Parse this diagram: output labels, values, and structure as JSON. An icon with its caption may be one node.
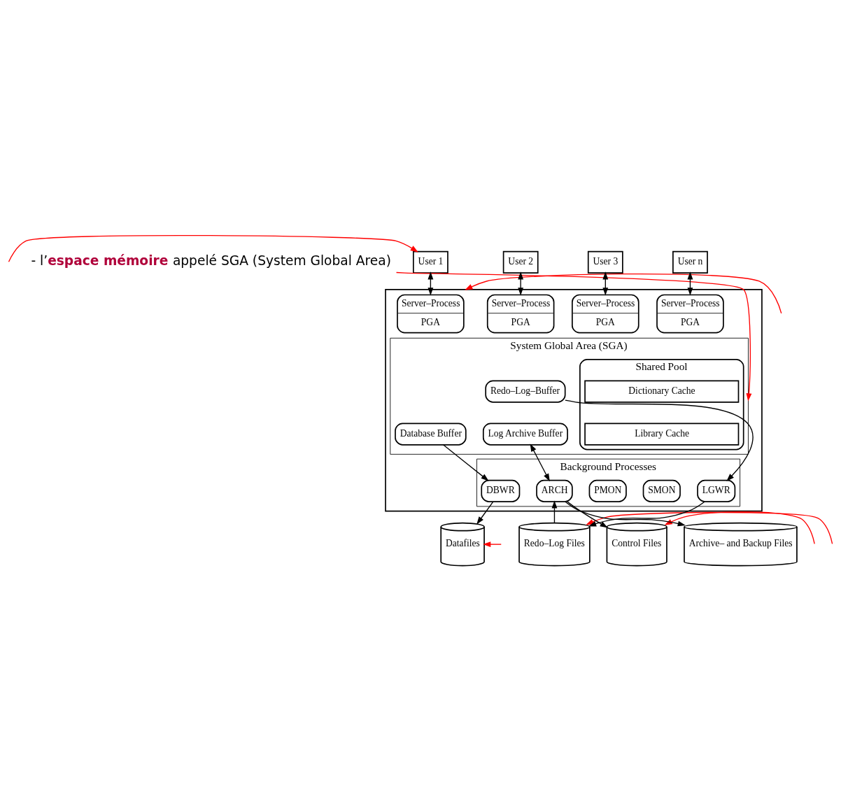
{
  "diagram": {
    "nodes": [
      {
        "text": [
          "- l’**espace mémoire** appelé SGA (System Global Area)"
        ]
      },
      {
        "text": [
          "User 1"
        ]
      },
      {
        "text": [
          "User 2"
        ]
      },
      {
        "text": [
          "User 3"
        ]
      },
      {
        "text": [
          "User n"
        ]
      },
      {
        "text": [],
        "shape": "box"
      },
      {
        "text": [
          "Server–Process",
          "PGA"
        ],
        "in": 5
      },
      {
        "text": [
          "Server–Process",
          "PGA"
        ],
        "in": 5
      },
      {
        "text": [
          "Server–Process",
          "PGA"
        ],
        "in": 5
      },
      {
        "text": [
          "Server–Process",
          "PGA"
        ],
        "in": 5
      },
      {
        "text": [
          "System Global Area (SGA)"
        ],
        "in": 5
      },
      {
        "text": [
          "Database Buffer"
        ],
        "in": 10
      },
      {
        "text": [
          "Redo–Log–Buffer"
        ],
        "in": 10
      },
      {
        "text": [
          "Log Archive Buffer"
        ],
        "in": 10
      },
      {
        "text": [
          "Shared Pool"
        ],
        "in": 10
      },
      {
        "text": [
          "Dictionary Cache"
        ],
        "in": 14
      },
      {
        "text": [
          "Library Cache"
        ],
        "in": 14
      },
      {
        "text": [
          "Background Processes"
        ],
        "in": 5
      },
      {
        "text": [
          "DBWR"
        ],
        "in": 17
      },
      {
        "text": [
          "LGWR"
        ],
        "in": 17
      },
      {
        "text": [
          "ARCH"
        ],
        "in": 17
      },
      {
        "text": [
          "PMON"
        ],
        "in": 17
      },
      {
        "text": [
          "SMON"
        ],
        "in": 17
      },
      {
        "text": [
          "Datafiles"
        ]
      },
      {
        "text": [
          "Redo–Log Files"
        ]
      },
      {
        "text": [
          "Control Files"
        ]
      },
      {
        "text": [
          "Archive– and Backup Files"
        ]
      }
    ],
    "edges": [
      {
        "from": 1,
        "to": 6,
        "arrow": "both"
      },
      {
        "from": 2,
        "to": 7,
        "arrow": "both"
      },
      {
        "from": 3,
        "to": 8,
        "arrow": "both"
      },
      {
        "from": 4,
        "to": 9,
        "arrow": "both"
      },
      {
        "from": 11,
        "to": 18,
        "arrow": "to"
      },
      {
        "from": 12,
        "to": 19,
        "arrow": "to"
      },
      {
        "from": 13,
        "to": 20,
        "arrow": "both"
      },
      {
        "from": 18,
        "to": 23,
        "arrow": "to"
      },
      {
        "from": 19,
        "to": 24,
        "arrow": "to"
      },
      {
        "from": 24,
        "to": 20,
        "arrow": "to"
      },
      {
        "from": 20,
        "to": 25,
        "arrow": "to"
      },
      {
        "from": 20,
        "to": 26,
        "arrow": "to"
      },
      {
        "from": 0,
        "to": 10,
        "arrow": "to",
        "color": "#ff0000"
      },
      {
        "from": null,
        "to": 1,
        "arrow": "to",
        "color": "#ff0000"
      },
      {
        "from": null,
        "to": 5,
        "arrow": "to",
        "color": "#ff0000"
      },
      {
        "from": null,
        "to": 23,
        "arrow": "to",
        "color": "#ff0000"
      },
      {
        "from": null,
        "to": 24,
        "arrow": "to",
        "color": "#ff0000"
      },
      {
        "from": null,
        "to": 25,
        "arrow": "to",
        "color": "#ff0000"
      }
    ]
  }
}
